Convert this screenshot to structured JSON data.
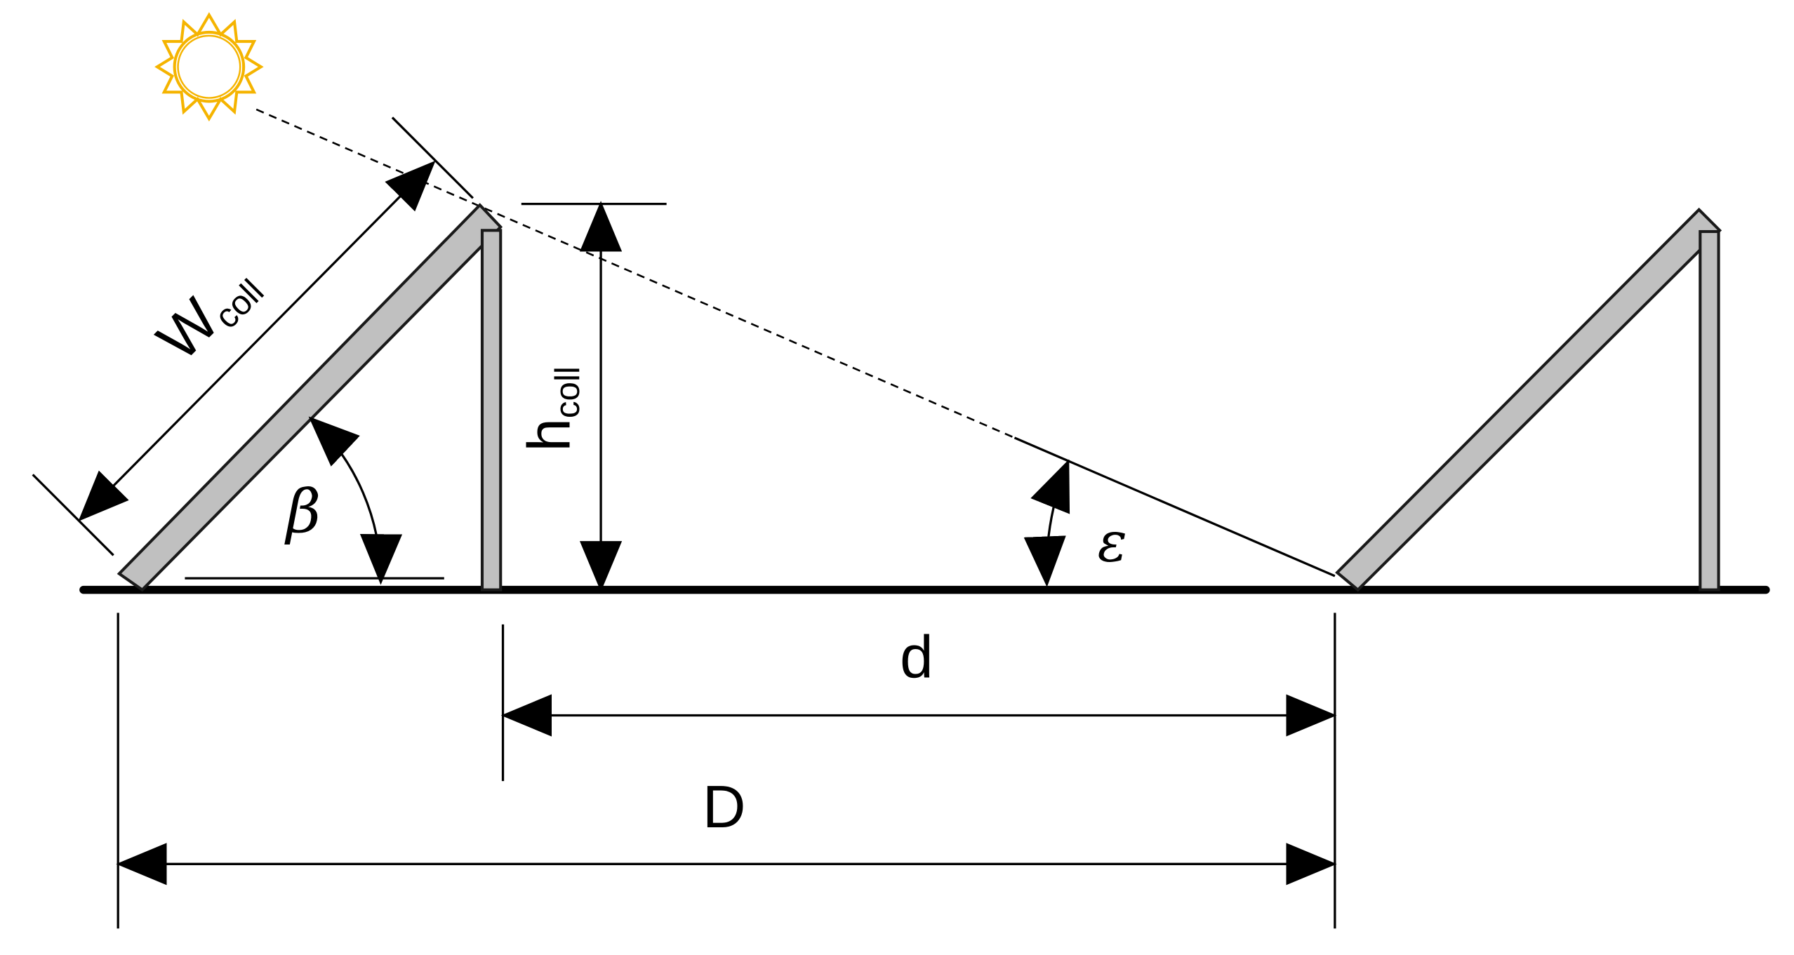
{
  "labels": {
    "width_main": "W",
    "width_sub": "coll",
    "height_main": "h",
    "height_sub": "coll",
    "tilt_angle": "β",
    "shading_angle": "ε",
    "gap_distance": "d",
    "row_distance": "D"
  },
  "icons": {
    "sun": "sun-icon"
  },
  "colors": {
    "panel_fill": "#c0c0c0",
    "outline": "#1a1a1a",
    "sun": "#f5b400",
    "background": "#ffffff"
  }
}
